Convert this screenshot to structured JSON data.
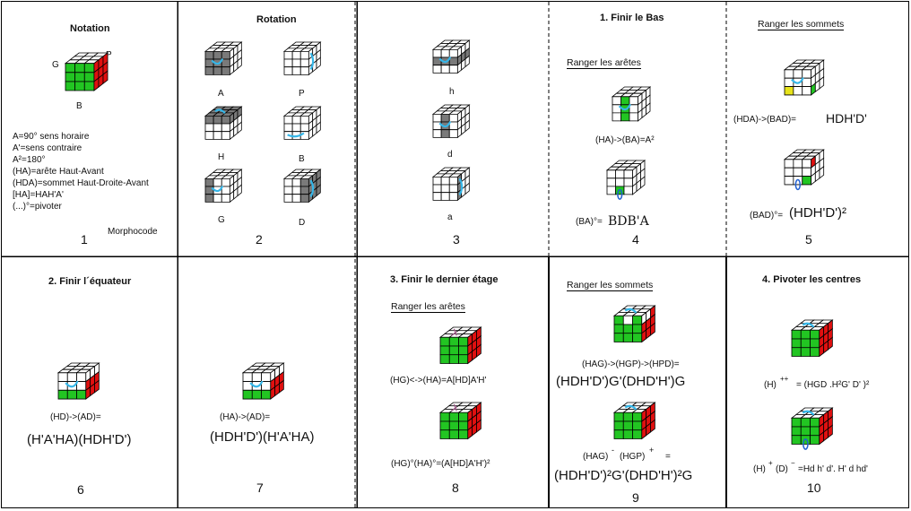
{
  "colors": {
    "green": "#22c522",
    "red": "#e01010",
    "white": "#ffffff",
    "gray": "#7a7a7a",
    "darkgray": "#555555",
    "yellow": "#e7e31a",
    "cyan": "#35b6e8",
    "blue": "#1f5fd0",
    "border": "#000000"
  },
  "p1": {
    "title": "Notation",
    "g": "G",
    "p": "P",
    "b": "B",
    "lines": [
      "A=90° sens horaire",
      "A'=sens contraire",
      "A²=180°",
      "(HA)=arête Haut-Avant",
      "(HDA)=sommet Haut-Droite-Avant",
      "[HA]=HAH'A'",
      "(...)°=pivoter"
    ],
    "credit": "Morphocode",
    "number": "1"
  },
  "p2": {
    "title": "Rotation",
    "labels": [
      "A",
      "P",
      "H",
      "B",
      "G",
      "D"
    ],
    "number": "2"
  },
  "p3": {
    "labels": [
      "h",
      "d",
      "a"
    ],
    "number": "3"
  },
  "p4": {
    "title": "1. Finir le Bas",
    "subtitle": "Ranger les arêtes",
    "formula1": "(HA)->(BA)=A²",
    "formula2_prefix": "(BA)°=",
    "formula2_value": "BDB'A",
    "number": "4"
  },
  "p5": {
    "subtitle": "Ranger les sommets",
    "formula1_prefix": "(HDA)->(BAD)=",
    "formula1_value": "HDH'D'",
    "formula2_prefix": "(BAD)°=",
    "formula2_value": "(HDH'D')²",
    "number": "5"
  },
  "p6": {
    "title": "2. Finir l´équateur",
    "formula1": "(HD)->(AD)=",
    "formula2": "(H'A'HA)(HDH'D')",
    "number": "6"
  },
  "p7": {
    "formula1": "(HA)->(AD)=",
    "formula2": "(HDH'D')(H'A'HA)",
    "number": "7"
  },
  "p8": {
    "title": "3. Finir le dernier étage",
    "subtitle": "Ranger les arêtes",
    "formula1": "(HG)<->(HA)=A[HD]A'H'",
    "formula2": "(HG)°(HA)°=(A[HD]A'H')²",
    "number": "8"
  },
  "p9": {
    "subtitle": "Ranger les sommets",
    "formula1": "(HAG)->(HGP)->(HPD)=",
    "formula2": "(HDH'D')G'(DHD'H')G",
    "formula3_a": "(HAG)",
    "formula3_sup1": "-",
    "formula3_b": "(HGP)",
    "formula3_sup2": "+",
    "formula3_c": "=",
    "formula4": "(HDH'D')²G'(DHD'H')²G",
    "number": "9"
  },
  "p10": {
    "title": "4. Pivoter les centres",
    "f1_a": "(H)",
    "f1_sup": "++",
    "f1_b": "= (HGD .H²G' D' )²",
    "f2_a": "(H)",
    "f2_sup1": "+",
    "f2_b": "(D)",
    "f2_sup2": "−",
    "f2_c": "=Hd h' d'. H' d  hd'",
    "number": "10"
  }
}
